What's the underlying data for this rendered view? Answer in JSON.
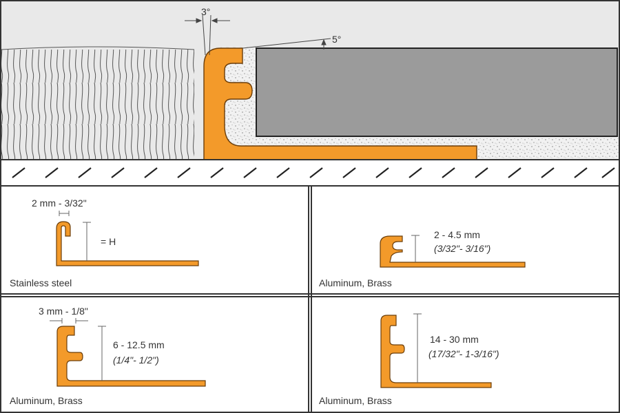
{
  "colors": {
    "profile": "#f39a2a",
    "profile_stroke": "#6a3d0a",
    "tile": "#999999",
    "mortar_bg": "#efefef",
    "wall": "#e6e6e6",
    "dimension_line": "#666666",
    "frame": "#333333"
  },
  "top_section": {
    "angle_vertical": "3°",
    "angle_tile": "5°"
  },
  "panels": [
    {
      "id": "panel-1",
      "thickness_label": "2 mm - 3/32\"",
      "height_label": "= H",
      "height_imperial": "",
      "material": "Stainless steel"
    },
    {
      "id": "panel-2",
      "thickness_label": "",
      "height_label": "2 - 4.5 mm",
      "height_imperial": "(3/32\"- 3/16\")",
      "material": "Aluminum, Brass"
    },
    {
      "id": "panel-3",
      "thickness_label": "3 mm - 1/8\"",
      "height_label": "6 - 12.5 mm",
      "height_imperial": "(1/4\"- 1/2\")",
      "material": "Aluminum, Brass"
    },
    {
      "id": "panel-4",
      "thickness_label": "",
      "height_label": "14 - 30 mm",
      "height_imperial": "(17/32\"- 1-3/16\")",
      "material": "Aluminum, Brass"
    }
  ]
}
